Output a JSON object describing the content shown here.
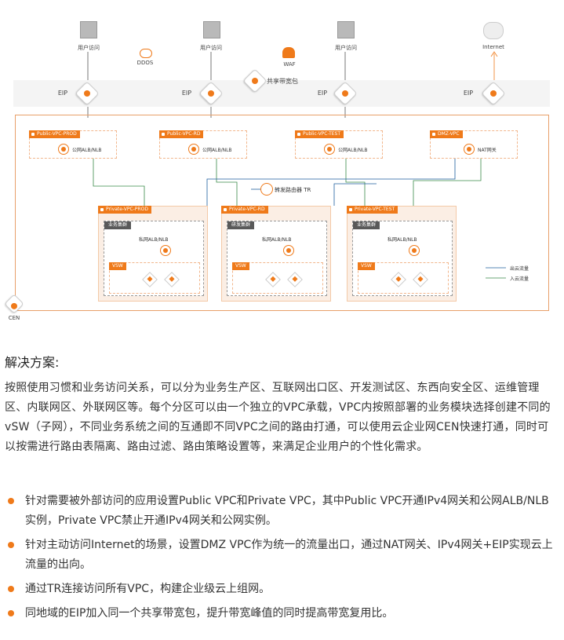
{
  "diagram": {
    "users": [
      "用户访问",
      "用户访问",
      "用户访问"
    ],
    "internet": "Internet",
    "ddos": "DDOS",
    "waf": "WAF",
    "bandwidth": "共享带宽包",
    "eip": [
      "EIP",
      "EIP",
      "EIP",
      "EIP"
    ],
    "public_vpcs": [
      {
        "name": "Public-VPC-PROD",
        "item": "公网ALB/NLB"
      },
      {
        "name": "Public-VPC-RD",
        "item": "公网ALB/NLB"
      },
      {
        "name": "Public-VPC-TEST",
        "item": "公网ALB/NLB"
      },
      {
        "name": "DMZ-VPC",
        "item": "NAT网关"
      }
    ],
    "tr": "转发路由器 TR",
    "private_vpcs": [
      {
        "name": "Private-VPC-PROD",
        "cluster": "业务集群",
        "item": "私网ALB/NLB",
        "vsw": "VSW"
      },
      {
        "name": "Private-VPC-RD",
        "cluster": "研发集群",
        "item": "私网ALB/NLB",
        "vsw": "VSW"
      },
      {
        "name": "Private-VPC-TEST",
        "cluster": "业务集群",
        "item": "私网ALB/NLB",
        "vsw": "VSW"
      }
    ],
    "legend": [
      "出云流量",
      "入云流量"
    ],
    "cen": "CEN",
    "colors": {
      "accent": "#ef7a1a",
      "egress": "#1f5f9e",
      "ingress": "#3a8a4a"
    }
  },
  "content": {
    "heading": "解决方案:",
    "paragraph": "按照使用习惯和业务访问关系，可以分为业务生产区、互联网出口区、开发测试区、东西向安全区、运维管理区、内联网区、外联网区等。每个分区可以由一个独立的VPC承载，VPC内按照部署的业务模块选择创建不同的vSW（子网），不同业务系统之间的互通即不同VPC之间的路由打通，可以使用云企业网CEN快速打通，同时可以按需进行路由表隔离、路由过滤、路由策略设置等，来满足企业用户的个性化需求。",
    "bullets": [
      "针对需要被外部访问的应用设置Public VPC和Private VPC，其中Public VPC开通IPv4网关和公网ALB/NLB实例，Private VPC禁止开通IPv4网关和公网实例。",
      "针对主动访问Internet的场景，设置DMZ VPC作为统一的流量出口，通过NAT网关、IPv4网关+EIP实现云上流量的出向。",
      "通过TR连接访问所有VPC，构建企业级云上组网。",
      "同地域的EIP加入同一个共享带宽包，提升带宽峰值的同时提高带宽复用比。"
    ]
  }
}
